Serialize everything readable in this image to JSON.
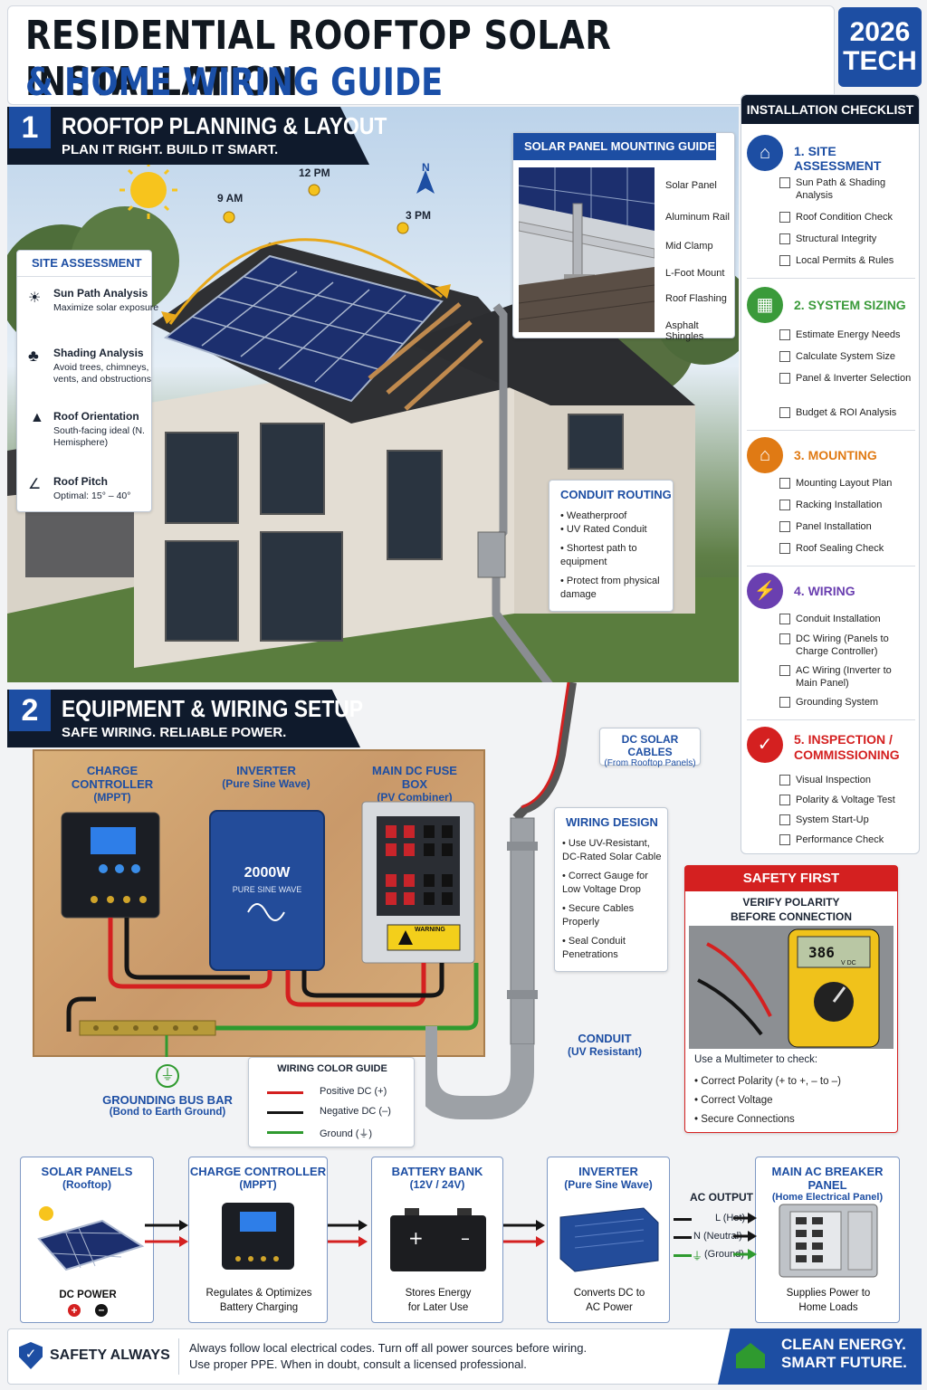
{
  "header": {
    "title_line1": "RESIDENTIAL ROOFTOP SOLAR INSTALLATION",
    "title_line2": "& HOME WIRING GUIDE",
    "badge_line1": "2026",
    "badge_line2": "TECH"
  },
  "section1": {
    "number": "1",
    "title": "ROOFTOP PLANNING & LAYOUT",
    "subtitle": "PLAN IT RIGHT. BUILD IT SMART.",
    "sun_times": [
      "9 AM",
      "12 PM",
      "3 PM"
    ],
    "north": "N",
    "site_assessment": {
      "heading": "SITE ASSESSMENT",
      "items": [
        {
          "title": "Sun Path Analysis",
          "desc": "Maximize solar exposure",
          "icon": "sun-icon"
        },
        {
          "title": "Shading Analysis",
          "desc": "Avoid trees, chimneys, vents, and obstructions",
          "icon": "tree-icon"
        },
        {
          "title": "Roof Orientation",
          "desc": "South-facing ideal (N. Hemisphere)",
          "icon": "compass-icon"
        },
        {
          "title": "Roof Pitch",
          "desc": "Optimal: 15° – 40°",
          "icon": "angle-icon"
        }
      ]
    },
    "mounting_guide": {
      "heading": "SOLAR PANEL MOUNTING GUIDE",
      "labels": [
        "Solar Panel",
        "Aluminum Rail",
        "Mid Clamp",
        "L-Foot Mount",
        "Roof Flashing",
        "Asphalt Shingles"
      ]
    },
    "conduit_routing": {
      "heading": "CONDUIT ROUTING",
      "items": [
        "Weatherproof",
        "UV Rated Conduit",
        "Shortest path to equipment",
        "Protect from physical damage"
      ]
    }
  },
  "section2": {
    "number": "2",
    "title": "EQUIPMENT & WIRING SETUP",
    "subtitle": "SAFE WIRING. RELIABLE POWER.",
    "charge_controller": {
      "title": "CHARGE CONTROLLER",
      "sub": "(MPPT)"
    },
    "inverter": {
      "title": "INVERTER",
      "sub": "(Pure Sine Wave)",
      "rating": "2000W",
      "rating_sub": "PURE SINE WAVE"
    },
    "fuse_box": {
      "title": "MAIN DC FUSE BOX",
      "sub": "(PV Combiner)",
      "warning": "WARNING"
    },
    "dc_cables": {
      "title": "DC SOLAR CABLES",
      "sub": "(From Rooftop Panels)"
    },
    "wiring_design": {
      "heading": "WIRING DESIGN",
      "items": [
        "Use UV-Resistant, DC-Rated Solar Cable",
        "Correct Gauge for Low Voltage Drop",
        "Secure Cables Properly",
        "Seal Conduit Penetrations"
      ]
    },
    "conduit": {
      "title": "CONDUIT",
      "sub": "(UV Resistant)"
    },
    "grounding": {
      "title": "GROUNDING BUS BAR",
      "sub": "(Bond to Earth Ground)"
    },
    "color_guide": {
      "heading": "WIRING COLOR GUIDE",
      "items": [
        {
          "label": "Positive DC (+)",
          "color": "#d42020"
        },
        {
          "label": "Negative DC (–)",
          "color": "#151515"
        },
        {
          "label": "Ground (⏚)",
          "color": "#2f9a2f"
        }
      ]
    }
  },
  "checklist": {
    "heading": "INSTALLATION CHECKLIST",
    "sections": [
      {
        "title": "1. SITE ASSESSMENT",
        "color": "#1d4ea3",
        "icon": "house-icon",
        "items": [
          "Sun Path & Shading Analysis",
          "Roof Condition Check",
          "Structural Integrity",
          "Local Permits & Rules"
        ]
      },
      {
        "title": "2. SYSTEM SIZING",
        "color": "#3a9a3a",
        "icon": "calculator-icon",
        "items": [
          "Estimate Energy Needs",
          "Calculate System Size",
          "Panel & Inverter Selection",
          "Budget & ROI Analysis"
        ]
      },
      {
        "title": "3. MOUNTING",
        "color": "#e07a14",
        "icon": "roof-icon",
        "items": [
          "Mounting Layout Plan",
          "Racking Installation",
          "Panel Installation",
          "Roof Sealing Check"
        ]
      },
      {
        "title": "4. WIRING",
        "color": "#6a3fb0",
        "icon": "plug-icon",
        "items": [
          "Conduit Installation",
          "DC Wiring (Panels to Charge Controller)",
          "AC Wiring (Inverter to Main Panel)",
          "Grounding System"
        ]
      },
      {
        "title_line1": "5. INSPECTION /",
        "title_line2": "COMMISSIONING",
        "color": "#d42020",
        "icon": "clipboard-icon",
        "items": [
          "Visual Inspection",
          "Polarity & Voltage Test",
          "System Start-Up",
          "Performance Check"
        ]
      }
    ]
  },
  "safety": {
    "heading": "SAFETY FIRST",
    "sub_line1": "VERIFY POLARITY",
    "sub_line2": "BEFORE CONNECTION",
    "meter_reading": "386",
    "meter_unit": "V DC",
    "check_intro": "Use a Multimeter to check:",
    "items": [
      "Correct Polarity (+ to +, – to –)",
      "Correct Voltage",
      "Secure Connections"
    ]
  },
  "flow": {
    "solar": {
      "title": "SOLAR PANELS",
      "sub": "(Rooftop)",
      "caption": "DC POWER"
    },
    "controller": {
      "title": "CHARGE CONTROLLER",
      "sub": "(MPPT)",
      "caption_line1": "Regulates & Optimizes",
      "caption_line2": "Battery Charging"
    },
    "battery": {
      "title": "BATTERY BANK",
      "sub": "(12V / 24V)",
      "caption_line1": "Stores Energy",
      "caption_line2": "for Later Use"
    },
    "inverter": {
      "title": "INVERTER",
      "sub": "(Pure Sine Wave)",
      "caption_line1": "Converts DC to",
      "caption_line2": "AC Power"
    },
    "ac_output": {
      "title": "AC OUTPUT",
      "lines": [
        {
          "label": "L (Hot)",
          "color": "#151515"
        },
        {
          "label": "N (Neutral)",
          "color": "#151515"
        },
        {
          "label": "(Ground)",
          "color": "#2f9a2f"
        }
      ]
    },
    "breaker": {
      "title": "MAIN AC BREAKER PANEL",
      "sub": "(Home Electrical Panel)",
      "caption_line1": "Supplies Power to",
      "caption_line2": "Home Loads"
    }
  },
  "footer": {
    "safety_label": "SAFETY ALWAYS",
    "text_line1": "Always follow local electrical codes. Turn off all power sources before wiring.",
    "text_line2": "Use proper PPE. When in doubt, consult a licensed professional.",
    "slogan_line1": "CLEAN ENERGY.",
    "slogan_line2": "SMART FUTURE."
  }
}
